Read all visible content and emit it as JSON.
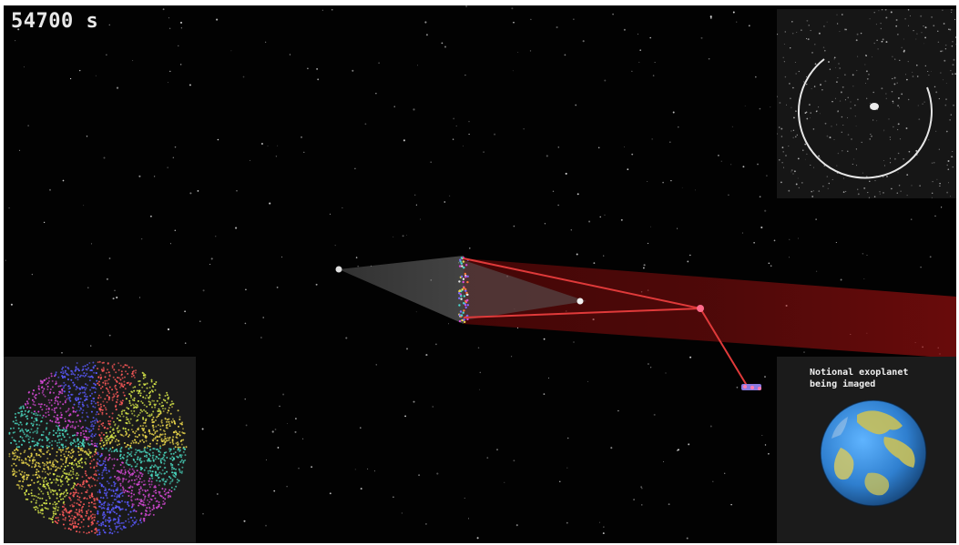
{
  "time_readout": "54700 s",
  "planet_inset": {
    "caption": "Notional exoplanet\nbeing imaged"
  },
  "colors": {
    "background": "#020202",
    "beam": "#b01212",
    "laser_line": "#e03a3a",
    "sail_shade": "#6e6e6e",
    "orbit_ring": "#e6e6e6",
    "ocean": "#2d7fd0",
    "land": "#c8c05a"
  },
  "icons": {
    "probe": "spacecraft-glyph",
    "earth": "planet-globe"
  }
}
